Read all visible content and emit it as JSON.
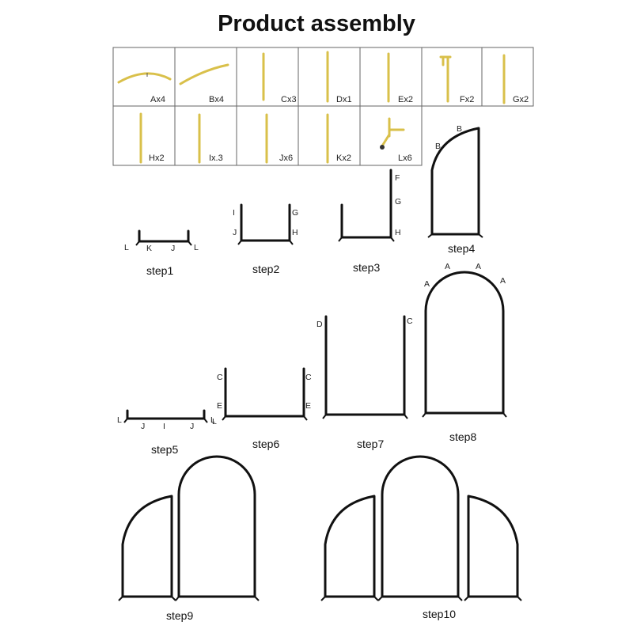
{
  "title": "Product assembly",
  "colors": {
    "part": "#d9c04a",
    "frame": "#111111"
  },
  "parts": [
    {
      "label": "Ax4"
    },
    {
      "label": "Bx4"
    },
    {
      "label": "Cx3"
    },
    {
      "label": "Dx1"
    },
    {
      "label": "Ex2"
    },
    {
      "label": "Fx2"
    },
    {
      "label": "Gx2"
    },
    {
      "label": "Hx2"
    },
    {
      "label": "Ix.3"
    },
    {
      "label": "Jx6"
    },
    {
      "label": "Kx2"
    },
    {
      "label": "Lx6"
    }
  ],
  "steps": {
    "step1": "step1",
    "step2": "step2",
    "step3": "step3",
    "step4": "step4",
    "step5": "step5",
    "step6": "step6",
    "step7": "step7",
    "step8": "step8",
    "step9": "step9",
    "step10": "step10"
  },
  "labels": {
    "A": "A",
    "B": "B",
    "C": "C",
    "D": "D",
    "E": "E",
    "F": "F",
    "G": "G",
    "H": "H",
    "I": "I",
    "J": "J",
    "K": "K",
    "L": "L"
  }
}
